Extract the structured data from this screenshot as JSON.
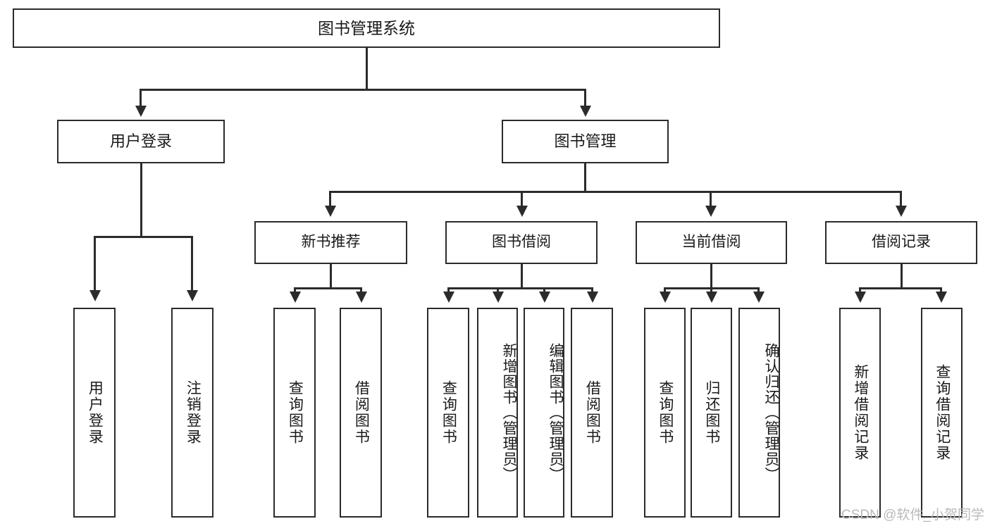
{
  "diagram": {
    "title": "图书管理系统",
    "type": "tree",
    "watermark": "CSDN @软件_小贺同学",
    "line_color": "#2b2b2b",
    "box_fill": "#ffffff",
    "background": "#ffffff",
    "watermark_color": "#b9b9b9"
  },
  "nodes": {
    "root": {
      "label": "图书管理系统"
    },
    "level2": [
      {
        "label": "用户登录"
      },
      {
        "label": "图书管理"
      }
    ],
    "level3": [
      {
        "label": "新书推荐"
      },
      {
        "label": "图书借阅"
      },
      {
        "label": "当前借阅"
      },
      {
        "label": "借阅记录"
      }
    ],
    "leaves": {
      "user_login": [
        {
          "label": "用户登录"
        },
        {
          "label": "注销登录"
        }
      ],
      "new_book_recommend": [
        {
          "label": "查询图书"
        },
        {
          "label": "借阅图书"
        }
      ],
      "book_borrow": [
        {
          "label": "查询图书"
        },
        {
          "label": "新增图书（管理员）"
        },
        {
          "label": "编辑图书（管理员）"
        },
        {
          "label": "借阅图书"
        }
      ],
      "current_borrow": [
        {
          "label": "查询图书"
        },
        {
          "label": "归还图书"
        },
        {
          "label": "确认归还（管理员）"
        }
      ],
      "borrow_record": [
        {
          "label": "新增借阅记录"
        },
        {
          "label": "查询借阅记录"
        }
      ]
    }
  }
}
